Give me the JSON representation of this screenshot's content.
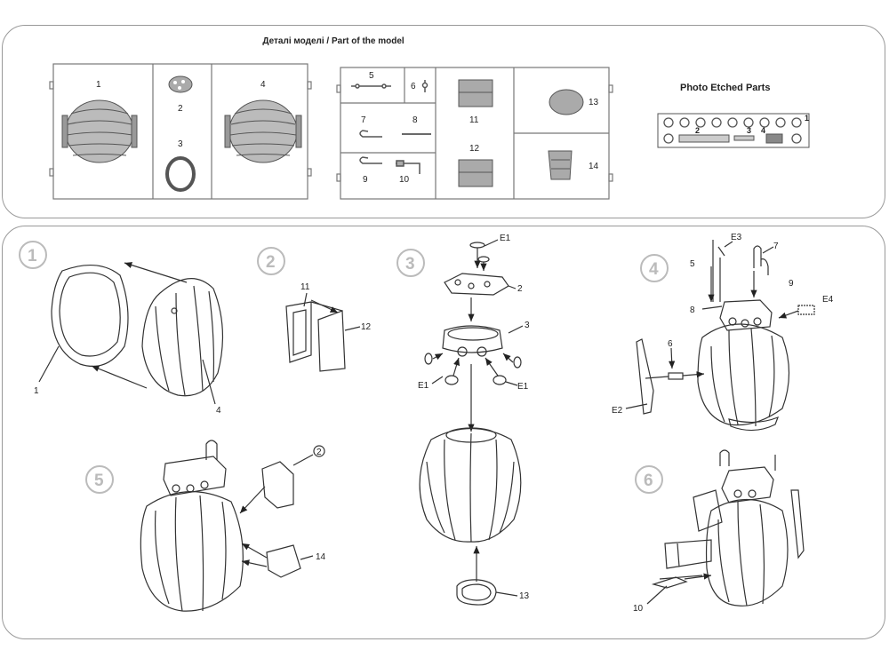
{
  "header": {
    "title": "Деталі моделі / Part of the model"
  },
  "photo_etched": {
    "title": "Photo Etched Parts",
    "labels": [
      "1",
      "2",
      "3",
      "4"
    ]
  },
  "sprue_parts": {
    "p1": "1",
    "p2": "2",
    "p3": "3",
    "p4": "4",
    "p5": "5",
    "p6": "6",
    "p7": "7",
    "p8": "8",
    "p9": "9",
    "p10": "10",
    "p11": "11",
    "p12": "12",
    "p13": "13",
    "p14": "14"
  },
  "steps": [
    "1",
    "2",
    "3",
    "4",
    "5",
    "6"
  ],
  "step1": {
    "a": "1",
    "b": "4"
  },
  "step2": {
    "a": "11",
    "b": "12"
  },
  "step3": {
    "e1a": "E1",
    "p2": "2",
    "p3": "3",
    "e1b": "E1",
    "e1c": "E1",
    "p13": "13"
  },
  "step4": {
    "e3": "E3",
    "p7": "7",
    "p5": "5",
    "p9": "9",
    "p8": "8",
    "e4": "E4",
    "p6": "6",
    "e2": "E2"
  },
  "step5": {
    "ref": "2",
    "p14": "14"
  },
  "step6": {
    "p10": "10"
  }
}
